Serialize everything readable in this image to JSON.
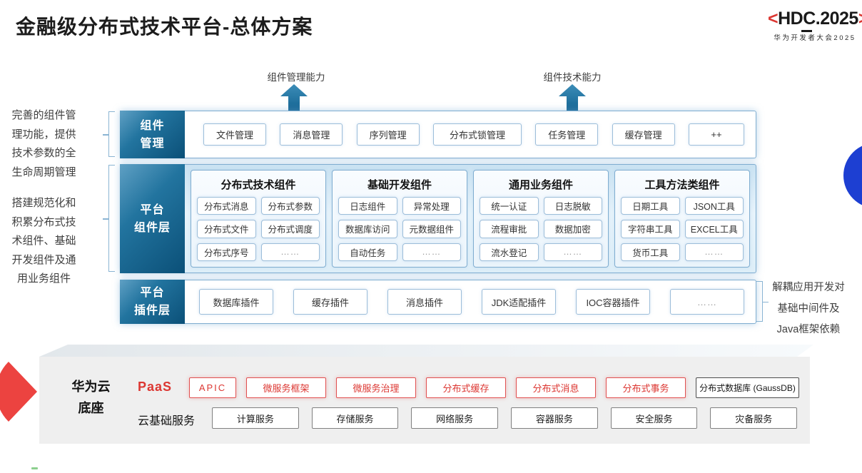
{
  "header": {
    "title": "金融级分布式技术平台-总体方案",
    "logo": {
      "left_bracket": "<",
      "name": "HDC.2025",
      "right_bracket": ">",
      "subtitle": "华为开发者大会2025"
    }
  },
  "arrows": {
    "management": "组件管理能力",
    "technical": "组件技术能力"
  },
  "notes": {
    "left_top": "完善的组件管理功能，提供技术参数的全生命周期管理",
    "left_bottom": "搭建规范化和积累分布式技术组件、基础开发组件及通用业务组件",
    "right": "解耦应用开发对基础中间件及Java框架依赖"
  },
  "layers": {
    "component_management": {
      "label_lines": [
        "组件",
        "管理"
      ],
      "items": [
        "文件管理",
        "消息管理",
        "序列管理",
        "分布式锁管理",
        "任务管理",
        "缓存管理",
        "++"
      ]
    },
    "platform_components": {
      "label_lines": [
        "平台",
        "组件层"
      ],
      "groups": [
        {
          "title": "分布式技术组件",
          "items": [
            "分布式消息",
            "分布式参数",
            "分布式文件",
            "分布式调度",
            "分布式序号",
            "……"
          ]
        },
        {
          "title": "基础开发组件",
          "items": [
            "日志组件",
            "异常处理",
            "数据库访问",
            "元数据组件",
            "自动任务",
            "……"
          ]
        },
        {
          "title": "通用业务组件",
          "items": [
            "统一认证",
            "日志脱敏",
            "流程审批",
            "数据加密",
            "流水登记",
            "……"
          ]
        },
        {
          "title": "工具方法类组件",
          "items": [
            "日期工具",
            "JSON工具",
            "字符串工具",
            "EXCEL工具",
            "货币工具",
            "……"
          ]
        }
      ]
    },
    "platform_plugins": {
      "label_lines": [
        "平台",
        "插件层"
      ],
      "items": [
        "数据库插件",
        "缓存插件",
        "消息插件",
        "JDK适配插件",
        "IOC容器插件",
        "……"
      ]
    }
  },
  "foundation": {
    "label_lines": [
      "华为云",
      "底座"
    ],
    "paas": {
      "label": "PaaS",
      "highlighted_items": [
        "APIC",
        "微服务框架",
        "微服务治理",
        "分布式缓存",
        "分布式消息",
        "分布式事务"
      ],
      "plain_item": "分布式数据库 (GaussDB)"
    },
    "cloud": {
      "label": "云基础服务",
      "items": [
        "计算服务",
        "存储服务",
        "网络服务",
        "容器服务",
        "安全服务",
        "灾备服务"
      ]
    }
  },
  "colors": {
    "accent_red": "#dc3732",
    "wedge_red": "#ec4340",
    "circle_blue": "#1d3fd2",
    "teal_light": "#5fa0c4",
    "teal_mid": "#22749f",
    "teal_dark": "#0b5078",
    "box_border": "#7fadd0",
    "gray_bg": "#efefef"
  }
}
